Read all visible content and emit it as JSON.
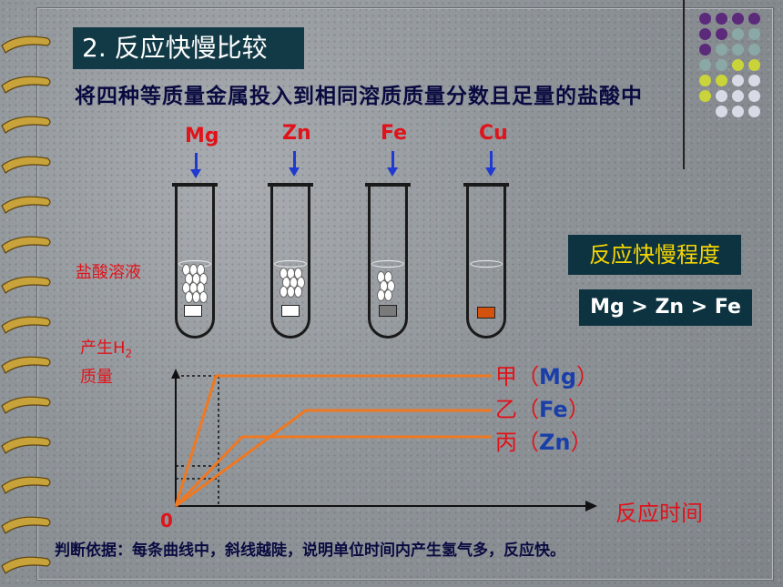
{
  "title": "2.  反应快慢比较",
  "subtitle": "将四种等质量金属投入到相同溶质质量分数且足量的盐酸中",
  "metals": [
    "Mg",
    "Zn",
    "Fe",
    "Cu"
  ],
  "liquid_label": "盐酸溶液",
  "rate_panel": {
    "heading": "反应快慢程度",
    "order": "Mg > Zn > Fe"
  },
  "graph": {
    "ylabel": "产生H₂质量",
    "ylabel_line1": "产生H",
    "ylabel_sub": "2",
    "ylabel_line2": "质量",
    "xlabel": "反应时间",
    "origin": "0",
    "curves": [
      {
        "prefix": "甲",
        "metal": "Mg",
        "open": "（",
        "close": "）"
      },
      {
        "prefix": "乙",
        "metal": "Fe",
        "open": "（",
        "close": "）"
      },
      {
        "prefix": "丙",
        "metal": "Zn",
        "open": "（",
        "close": "）"
      }
    ]
  },
  "conclusion": "判断依据：每条曲线中，斜线越陡，说明单位时间内产生氢气多，反应快。",
  "colors": {
    "title_bg": "#123a46",
    "curve": "#f07820",
    "arrow": "#1f3ad0",
    "red_text": "#e0131a"
  }
}
